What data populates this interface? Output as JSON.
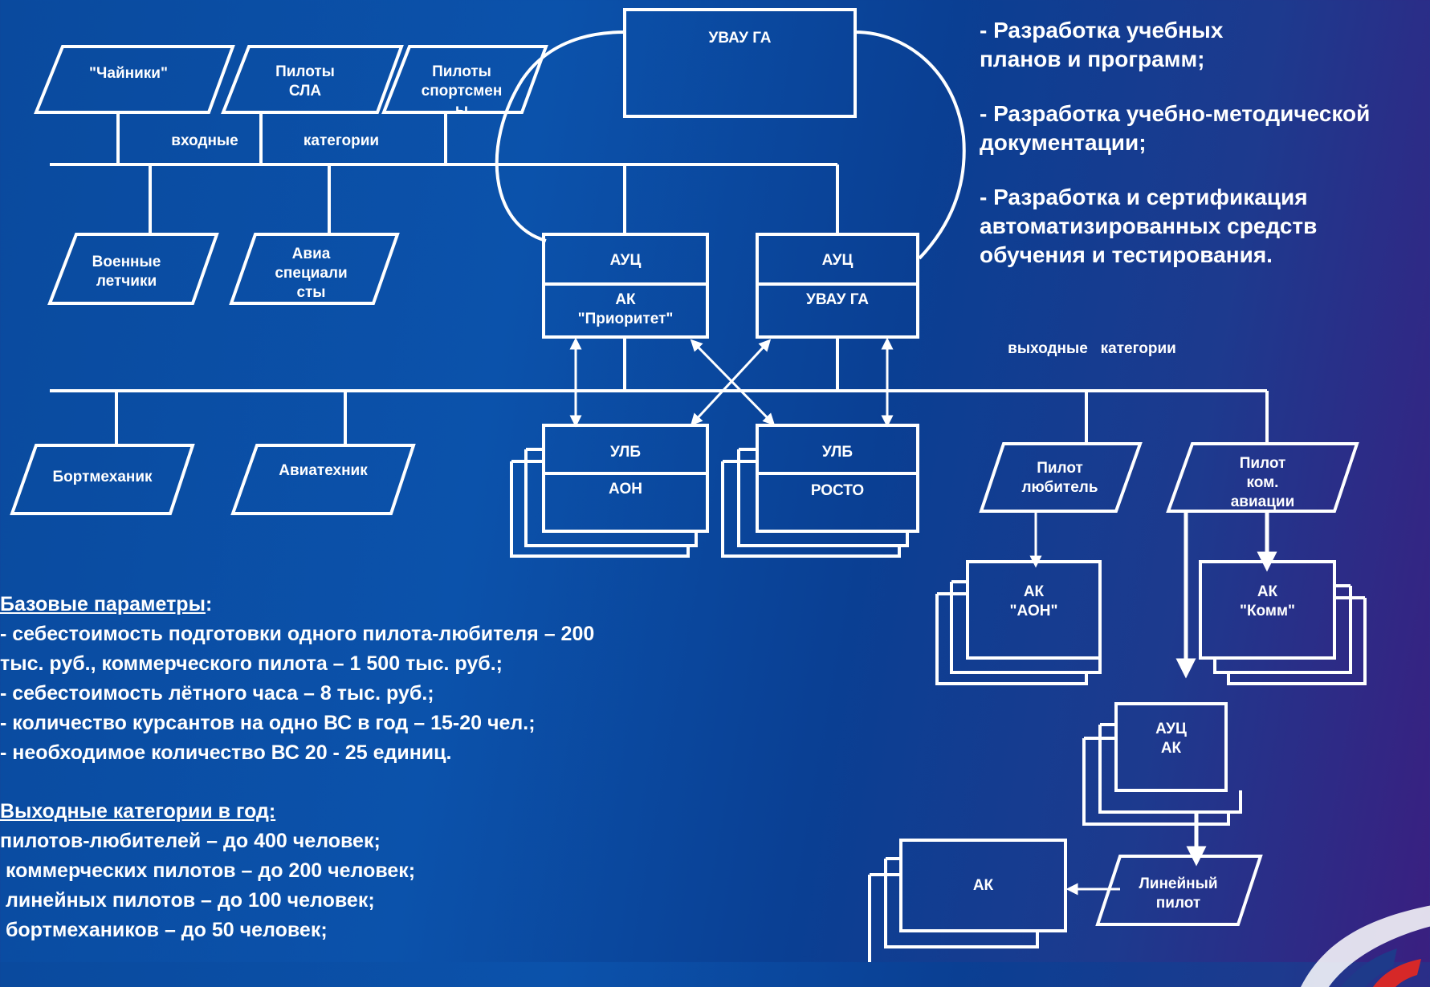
{
  "top_center": {
    "uvau": "УВАУ ГА"
  },
  "input_categories": {
    "items": [
      "\"Чайники\"",
      "Пилоты\nСЛА",
      "Пилоты\nспортсмен\nы"
    ],
    "caption_1": "входные",
    "caption_2": "категории",
    "lower_items": [
      "Военные\nлетчики",
      "Авиа\nспециали\nсты"
    ]
  },
  "auc_boxes": [
    {
      "top": "АУЦ",
      "bottom": "АК\n\"Приоритет\""
    },
    {
      "top": "АУЦ",
      "bottom": "УВАУ ГА"
    }
  ],
  "ulb_boxes": [
    {
      "top": "УЛБ",
      "bottom": "АОН"
    },
    {
      "top": "УЛБ",
      "bottom": "РОСТО"
    }
  ],
  "output_caption": "выходные   категории",
  "output_left": [
    "Бортмеханик",
    "Авиатехник"
  ],
  "output_right": [
    "Пилот\nлюбитель",
    "Пилот\nком.\nавиации"
  ],
  "ak_boxes": [
    "АК\n\"АОН\"",
    "АК\n\"Комм\"",
    "АУЦ\nАК",
    "АК"
  ],
  "line_pilot": "Линейный\nпилот",
  "right_list": [
    "- Разработка учебных\nпланов  и программ;",
    "- Разработка учебно-методической\nдокументации;",
    "- Разработка и сертификация\n автоматизированных средств\nобучения и тестирования."
  ],
  "base_params": {
    "title": "Базовые параметры",
    "colon": ":",
    "lines": [
      "- себестоимость подготовки одного пилота-любителя – 200",
      "тыс. руб., коммерческого пилота – 1 500 тыс. руб.;",
      "- себестоимость лётного часа –  8 тыс. руб.;",
      "- количество курсантов на одно ВС в год – 15-20 чел.;",
      "- необходимое количество ВС 20 - 25 единиц."
    ]
  },
  "output_per_year": {
    "title": "Выходные категории в год:",
    "lines": [
      "пилотов-любителей – до 400 человек;",
      " коммерческих пилотов – до 200 человек;",
      " линейных пилотов – до 100 человек;",
      " бортмехаников – до 50 человек;"
    ]
  },
  "colors": {
    "background": "#0b52ab",
    "line": "#ffffff",
    "text": "#ffffff"
  }
}
